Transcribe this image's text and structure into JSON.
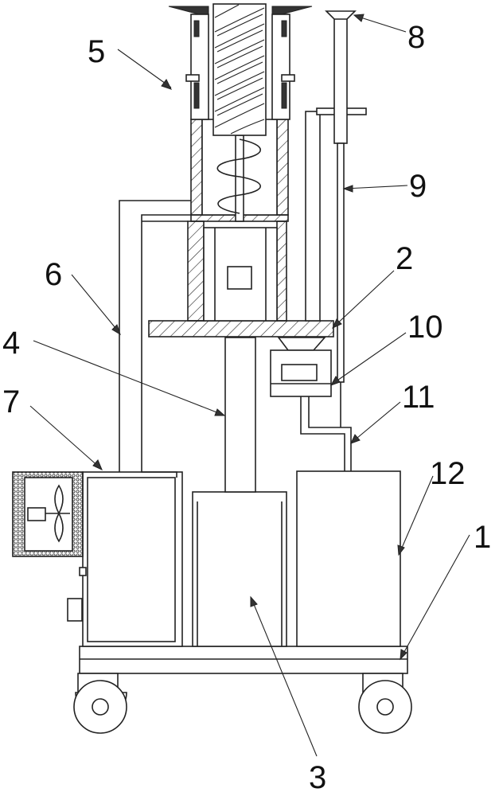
{
  "labels": {
    "l1": "1",
    "l2": "2",
    "l3": "3",
    "l4": "4",
    "l5": "5",
    "l6": "6",
    "l7": "7",
    "l8": "8",
    "l9": "9",
    "l10": "10",
    "l11": "11",
    "l12": "12"
  },
  "colors": {
    "line": "#222222",
    "hatch": "#333333",
    "background": "#ffffff"
  }
}
